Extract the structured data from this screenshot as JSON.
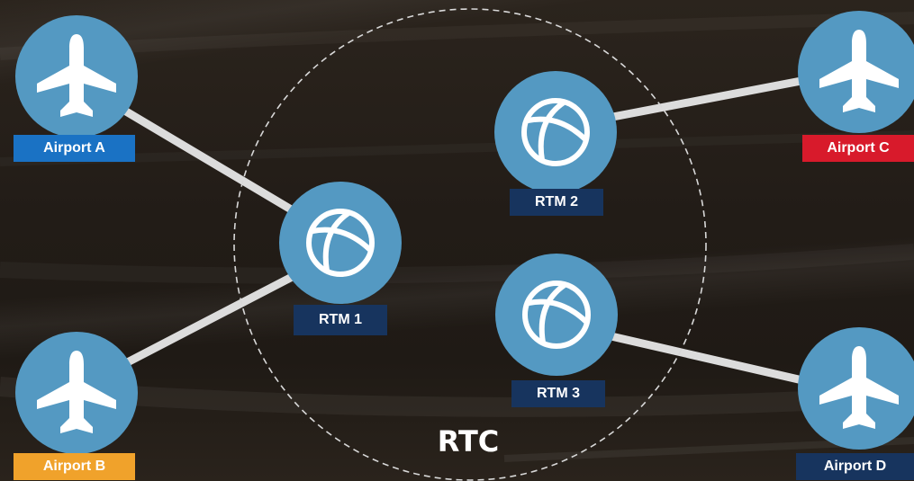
{
  "diagram": {
    "rtc": {
      "label": "RTC"
    },
    "airports": [
      {
        "id": "A",
        "label": "Airport A",
        "icon": "airplane-icon",
        "badge_color": "#1a72c4"
      },
      {
        "id": "B",
        "label": "Airport B",
        "icon": "airplane-icon",
        "badge_color": "#f0a22b"
      },
      {
        "id": "C",
        "label": "Airport C",
        "icon": "airplane-icon",
        "badge_color": "#d81a2b"
      },
      {
        "id": "D",
        "label": "Airport D",
        "icon": "airplane-icon",
        "badge_color": "#17345e"
      }
    ],
    "rtms": [
      {
        "id": "1",
        "label": "RTM 1",
        "icon": "globe-icon",
        "badge_color": "#17345e"
      },
      {
        "id": "2",
        "label": "RTM 2",
        "icon": "globe-icon",
        "badge_color": "#17345e"
      },
      {
        "id": "3",
        "label": "RTM 3",
        "icon": "globe-icon",
        "badge_color": "#17345e"
      }
    ],
    "connections": [
      {
        "from": "Airport A",
        "to": "RTM 1"
      },
      {
        "from": "Airport B",
        "to": "RTM 1"
      },
      {
        "from": "Airport C",
        "to": "RTM 2"
      },
      {
        "from": "Airport D",
        "to": "RTM 3"
      }
    ],
    "colors": {
      "node_fill": "#5499c2",
      "link": "#dcdcdc",
      "boundary": "#d8d8d8"
    }
  }
}
